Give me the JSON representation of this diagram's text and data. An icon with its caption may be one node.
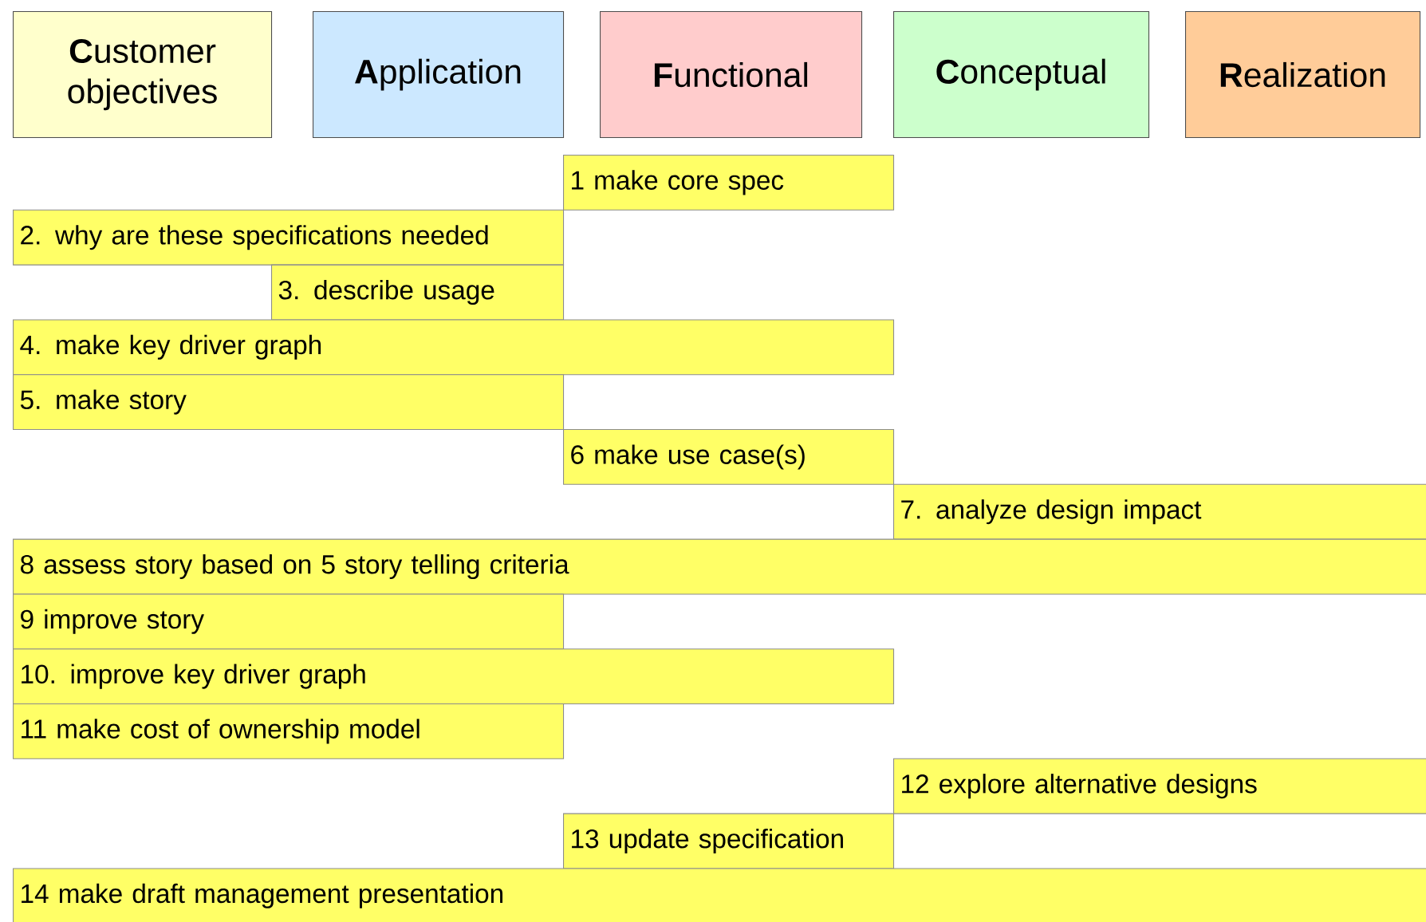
{
  "diagram": {
    "nodes": [
      {
        "text": [
          "**C**ustomer objectives"
        ]
      },
      {
        "text": [
          "**A**pplication"
        ]
      },
      {
        "text": [
          "**F**unctional"
        ]
      },
      {
        "text": [
          "**C**onceptual"
        ]
      },
      {
        "text": [
          "**R**ealization"
        ]
      },
      {
        "text": [
          "1 make core spec"
        ]
      },
      {
        "text": [
          "2. why are these specifications needed"
        ]
      },
      {
        "text": [
          "3. describe usage"
        ]
      },
      {
        "text": [
          "4. make key driver graph"
        ]
      },
      {
        "text": [
          "5. make story"
        ]
      },
      {
        "text": [
          "6 make use case(s)"
        ]
      },
      {
        "text": [
          "7. analyze design impact"
        ]
      },
      {
        "text": [
          "8 assess story based on 5 story telling criteria"
        ]
      },
      {
        "text": [
          "9 improve story"
        ]
      },
      {
        "text": [
          "10. improve key driver graph"
        ]
      },
      {
        "text": [
          "11 make cost of ownership model"
        ]
      },
      {
        "text": [
          "12 explore alternative designs"
        ]
      },
      {
        "text": [
          "13 update specification"
        ]
      },
      {
        "text": [
          "14 make draft management presentation"
        ]
      }
    ]
  }
}
